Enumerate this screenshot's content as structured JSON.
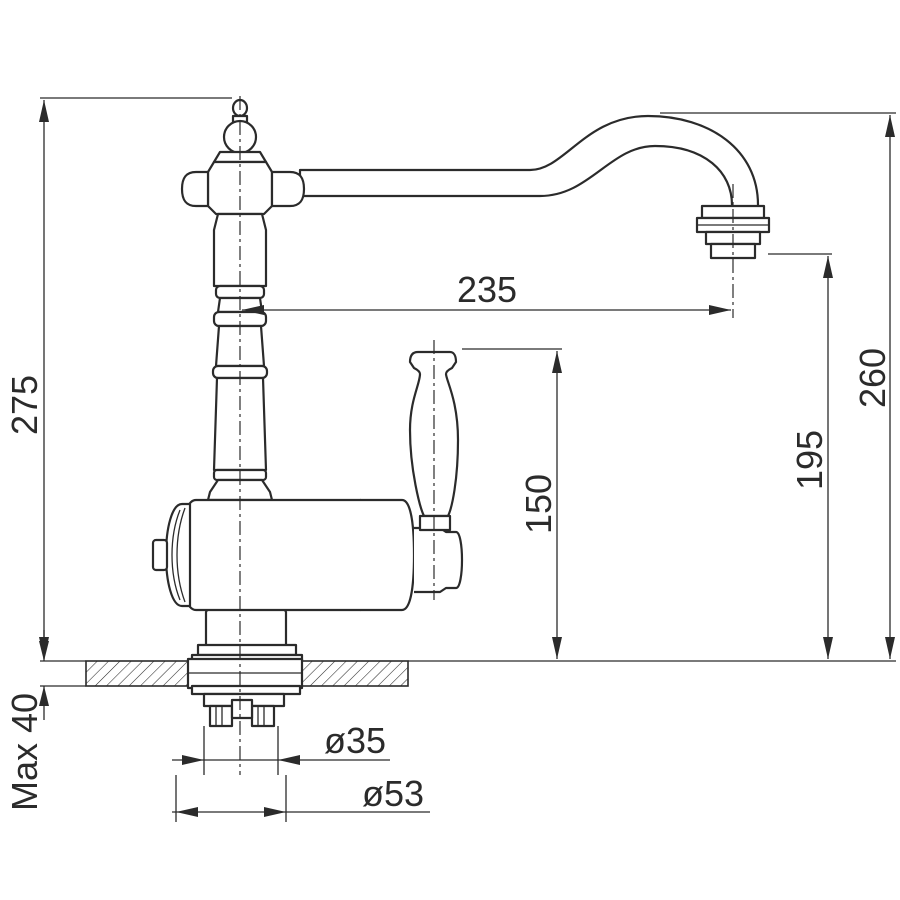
{
  "dimensions": {
    "overall_height": "275",
    "spout_height": "260",
    "outlet_height": "195",
    "lever_height": "150",
    "spout_reach": "235",
    "mounting_thickness": "Max 40",
    "thread_diameter": "ø35",
    "base_diameter": "ø53"
  }
}
